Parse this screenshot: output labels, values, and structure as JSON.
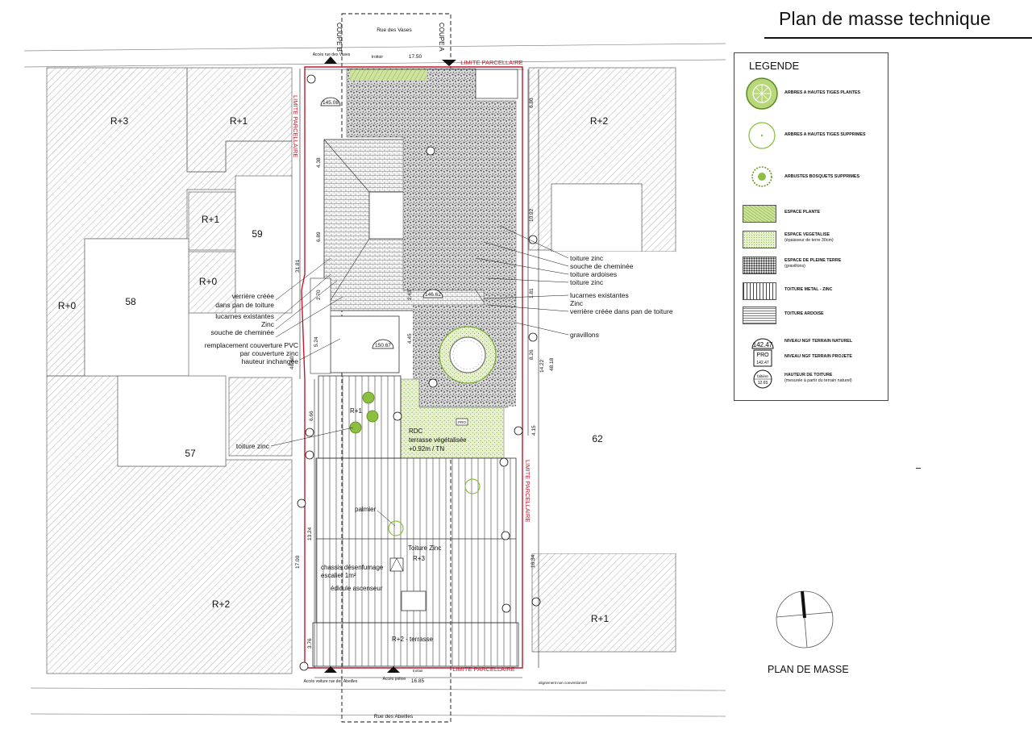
{
  "header": {
    "title": "Plan de masse technique"
  },
  "streets": {
    "top": "Rue des Vases",
    "bottom": "Rue des Abeilles"
  },
  "sections": {
    "a": "COUPE A",
    "b": "COUPE B"
  },
  "top_labels": {
    "acces_vases": "Accès rue des Vases",
    "trottoir": "trottoir",
    "width_top": "17.50",
    "limite_top": "LIMITE PARCELLAIRE"
  },
  "bottom_labels": {
    "acces_voiture": "Accès voiture rue des Abeilles",
    "acces_pieton": "Accès piéton",
    "trottoir": "trottoir",
    "width_bottom": "16.85",
    "limite_bottom": "LIMITE PARCELLAIRE",
    "alignement": "alignement non conventionnel"
  },
  "limites": {
    "left": "LIMITE PARCELLAIRE",
    "right": "LIMITE PARCELLAIRE"
  },
  "neighbors": [
    {
      "label": "R+3"
    },
    {
      "label": "R+1"
    },
    {
      "label": "R+2"
    },
    {
      "label": "R+1"
    },
    {
      "label": "59"
    },
    {
      "label": "R+0"
    },
    {
      "label": "R+0"
    },
    {
      "label": "58"
    },
    {
      "label": "57"
    },
    {
      "label": "62"
    },
    {
      "label": "R+2"
    },
    {
      "label": "R+1"
    }
  ],
  "left_annotations": [
    "verrière créée",
    "dans pan de toiture",
    "lucarnes existantes",
    "Zinc",
    "souche de cheminée",
    "remplacement couverture PVC",
    "par couverture zinc",
    "hauteur inchangée",
    "toiture zinc"
  ],
  "right_annotations": [
    "toiture zinc",
    "souche de cheminée",
    "toiture ardoises",
    "toiture zinc",
    "lucarnes existantes",
    "Zinc",
    "verrière créée dans pan de toiture",
    "gravillons"
  ],
  "plan_labels": {
    "r1": "R+1",
    "rdc": "RDC",
    "terrasse": "terrasse végétalisée",
    "terrasse_level": "+0.92m / TN",
    "palmier": "palmier",
    "toiture_zinc": "Toiture Zinc",
    "r3": "R+3",
    "chassis1": "chassis désenfumage",
    "chassis2": "escalier 1m²",
    "edicule": "édicule ascenseur",
    "r2_terrasse": "R+2 - terrasse",
    "pro": "PRO"
  },
  "levels": [
    "145.08",
    "146.62",
    "150.67"
  ],
  "dimensions": {
    "left": [
      "4.38",
      "6.89",
      "31.81",
      "2.70",
      "5.24",
      "6.66",
      "13.24",
      "17.00",
      "3.76",
      "48.90"
    ],
    "right": [
      "6.80",
      "10.92",
      "1.81",
      "8.26",
      "14.22",
      "48.18",
      "4.15",
      "16.34"
    ],
    "inner": [
      "2.43",
      "4.45"
    ]
  },
  "legend": {
    "title": "LEGENDE",
    "items": [
      {
        "icon": "tree-planted-icon",
        "label": "ARBRES A HAUTES TIGES PLANTES"
      },
      {
        "icon": "tree-removed-icon",
        "label": "ARBRES A HAUTES TIGES SUPPRIMES"
      },
      {
        "icon": "shrub-removed-icon",
        "label": "ARBUSTES BOSQUETS SUPPRIMES"
      },
      {
        "icon": "planted-space-swatch",
        "label": "ESPACE PLANTE"
      },
      {
        "icon": "green-space-swatch",
        "label": "ESPACE VEGETALISE",
        "sub": "(épaisseur de terre 30cm)"
      },
      {
        "icon": "open-ground-swatch",
        "label": "ESPACE DE PLEINE TERRE",
        "sub": "(gravillons)"
      },
      {
        "icon": "metal-roof-swatch",
        "label": "TOITURE METAL - ZINC"
      },
      {
        "icon": "slate-roof-swatch",
        "label": "TOITURE ARDOISE"
      },
      {
        "icon": "natural-level-icon",
        "value": "142.47",
        "label": "NIVEAU NGF TERRAIN NATUREL"
      },
      {
        "icon": "projected-level-icon",
        "value": "PRO",
        "value2": "142.47",
        "label": "NIVEAU NGF TERRAIN PROJETE"
      },
      {
        "icon": "roof-height-icon",
        "value": "faîtière",
        "value2": "12.65",
        "label": "HAUTEUR DE TOITURE",
        "sub": "(mesurée à partir du terrain naturel)"
      }
    ]
  },
  "north": {
    "label": "PLAN DE MASSE"
  },
  "colors": {
    "limit_red": "#c2182b",
    "green": "#8cbf3f",
    "hatch": "#8a8a8a"
  }
}
